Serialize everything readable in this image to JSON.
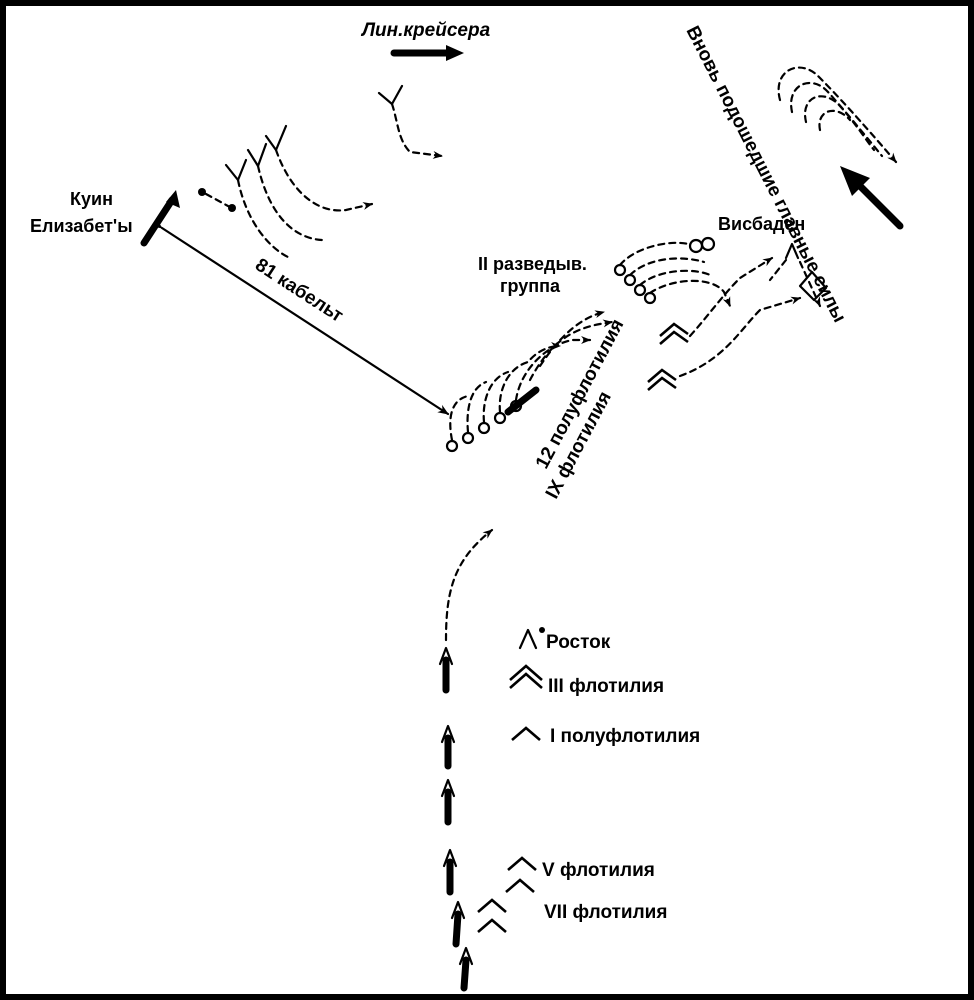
{
  "labels": {
    "battlecruisers": "Лин.крейсера",
    "main_forces": "Вновь подошедшие главные силы",
    "queen_elizabeth_line1": "Куин",
    "queen_elizabeth_line2": "Елизабет'ы",
    "distance": "81 кабельт",
    "scouting_group_line1": "II разведыв.",
    "scouting_group_line2": "группа",
    "wiesbaden": "Висбаден",
    "half_flotilla_12": "12 полуфлотилия",
    "flotilla_9": "IX флотилия",
    "rostock": "Росток",
    "flotilla_3": "III флотилия",
    "half_flotilla_1": "I полуфлотилия",
    "flotilla_5": "V флотилия",
    "flotilla_7": "VII флотилия"
  },
  "colors": {
    "border": "#000000",
    "background": "#ffffff",
    "ink": "#000000"
  }
}
